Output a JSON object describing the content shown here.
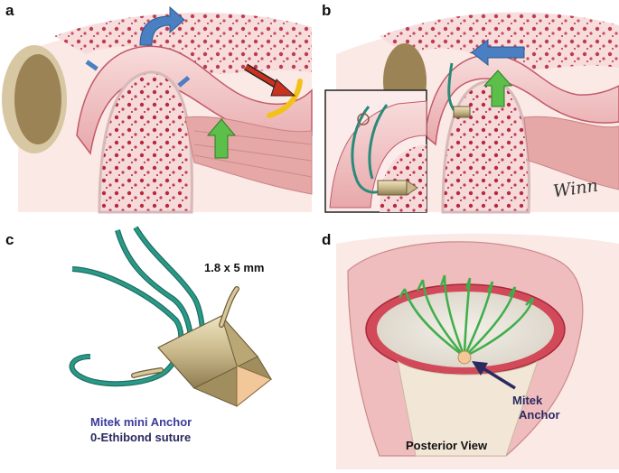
{
  "panels": {
    "a": {
      "letter": "a"
    },
    "b": {
      "letter": "b"
    },
    "c": {
      "letter": "c",
      "size": "1.8 x 5 mm",
      "anchor_name": "Mitek mini Anchor",
      "suture_name": "0-Ethibond suture"
    },
    "d": {
      "letter": "d",
      "anchor_line1": "Mitek",
      "anchor_line2": "Anchor",
      "view": "Posterior View"
    }
  },
  "signature": "Winn",
  "colors": {
    "blue_arrow": "#4a7fc1",
    "green_arrow": "#5bbf4a",
    "red_arrow": "#c8321e",
    "yellow_band": "#f2c21a",
    "suture": "#2a8a7a",
    "anchor_metal": "#c9b88a",
    "anchor_point": "#f2c89a",
    "bone_red": "#b8283e",
    "soft_tissue": "#f4c9c9",
    "label_blue": "#3a3a9c",
    "label_navy": "#2a2a60"
  }
}
